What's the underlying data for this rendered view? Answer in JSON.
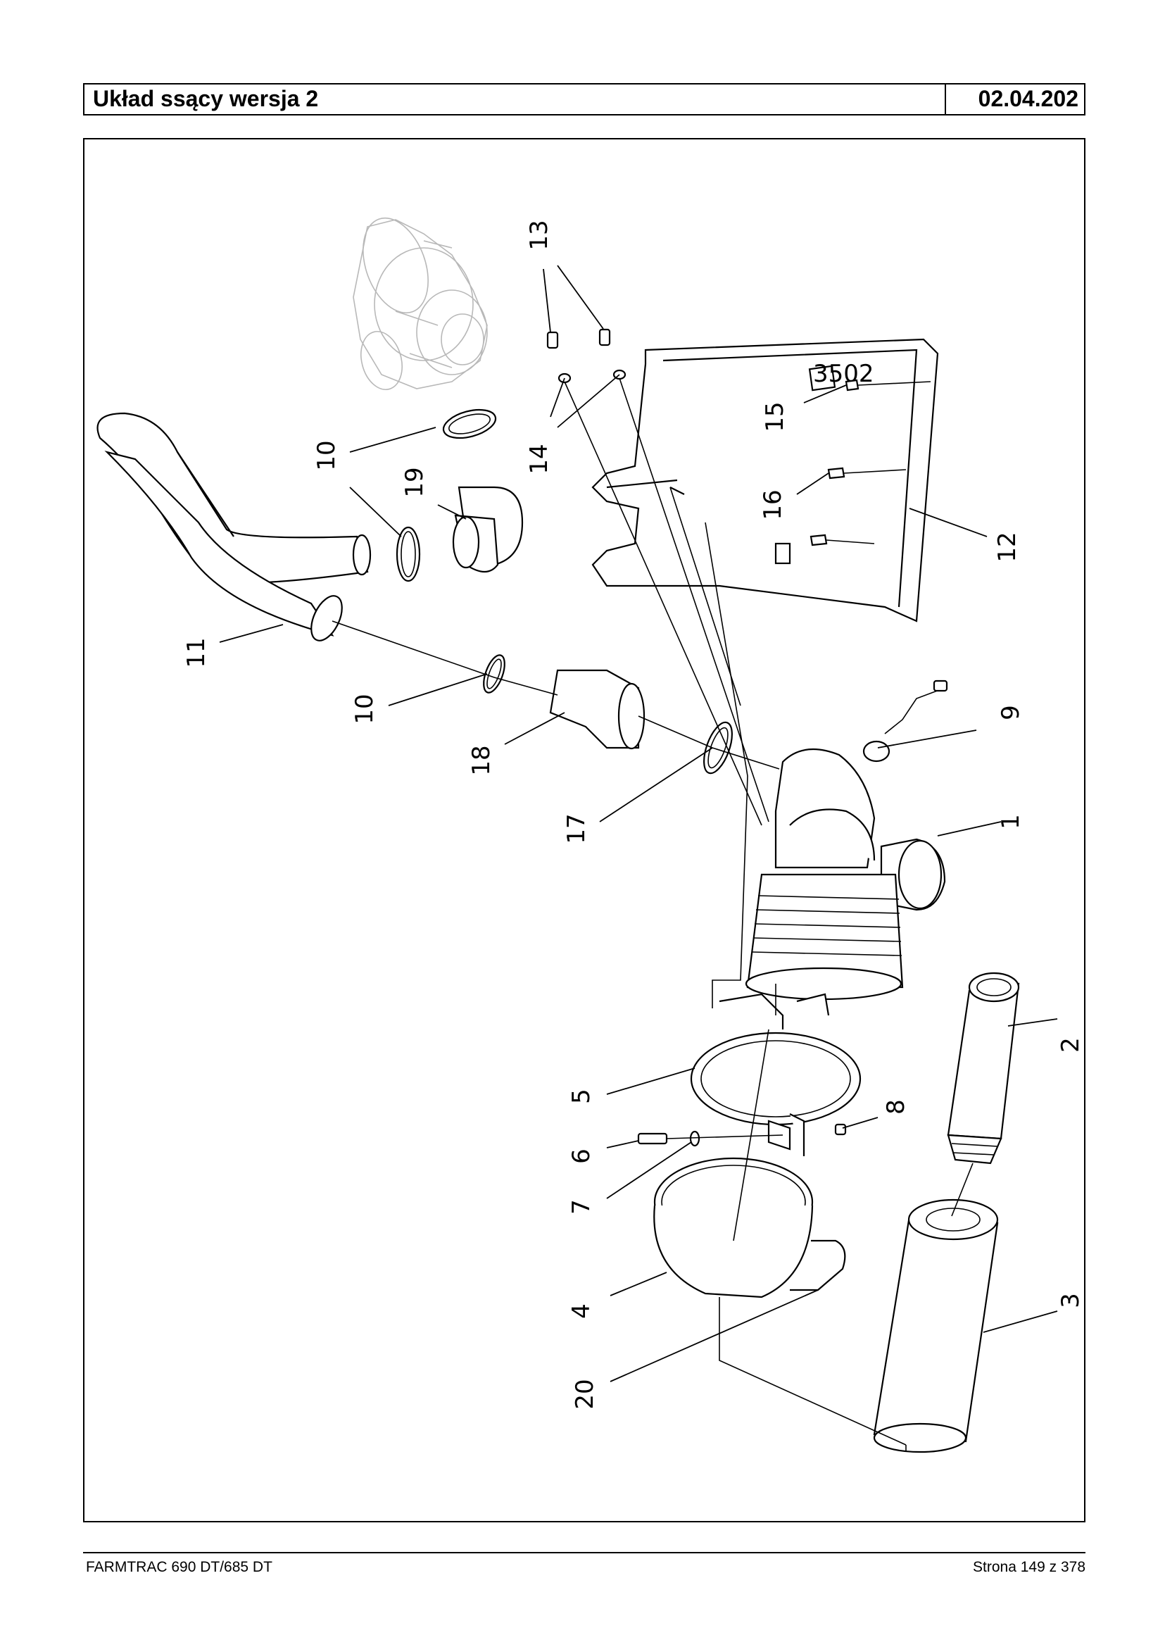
{
  "header": {
    "title": "Układ ssący wersja 2",
    "date": "02.04.202"
  },
  "footer": {
    "left": "FARMTRAC 690 DT/685 DT",
    "right": "Strona 149 z 378"
  },
  "diagram": {
    "plate_marking": "3502",
    "labels": {
      "l1": "1",
      "l2": "2",
      "l3": "3",
      "l4": "4",
      "l5": "5",
      "l6": "6",
      "l7": "7",
      "l8": "8",
      "l9": "9",
      "l10a": "10",
      "l10b": "10",
      "l11": "11",
      "l12": "12",
      "l13": "13",
      "l14": "14",
      "l15": "15",
      "l16": "16",
      "l17": "17",
      "l18": "18",
      "l19": "19",
      "l20": "20"
    }
  }
}
